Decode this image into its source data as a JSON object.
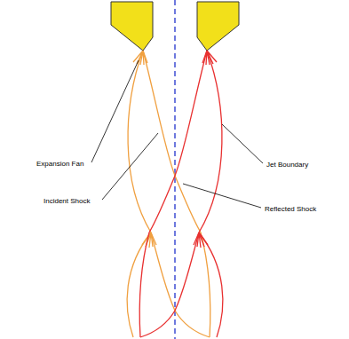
{
  "diagram": {
    "labels": [
      "Expansion Fan",
      "Incident Shock",
      "Jet Boundary",
      "Reflected Shock"
    ]
  }
}
